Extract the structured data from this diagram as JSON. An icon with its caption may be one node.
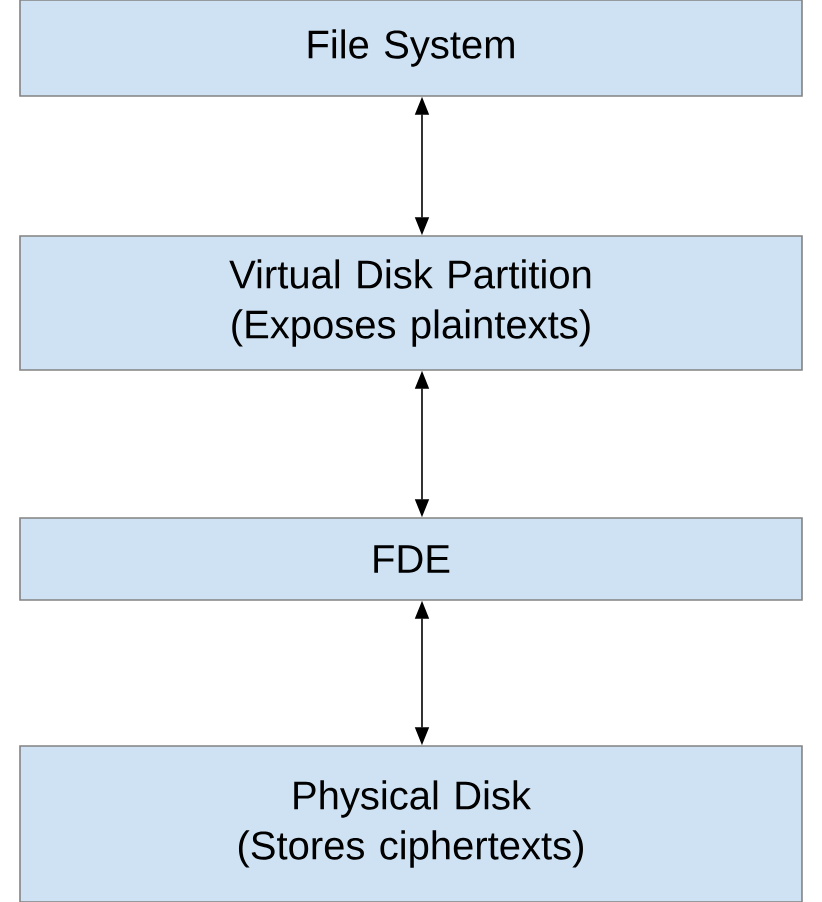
{
  "diagram": {
    "nodes": [
      {
        "text": [
          "File System"
        ]
      },
      {
        "text": [
          "Virtual Disk Partition (Exposes plaintexts)"
        ]
      },
      {
        "text": [
          "FDE"
        ]
      },
      {
        "text": [
          "Physical Disk (Stores ciphertexts)"
        ]
      }
    ],
    "edges": [
      {
        "from": 0,
        "to": 1,
        "arrow": "both"
      },
      {
        "from": 1,
        "to": 2,
        "arrow": "both"
      },
      {
        "from": 2,
        "to": 3,
        "arrow": "both"
      }
    ]
  }
}
